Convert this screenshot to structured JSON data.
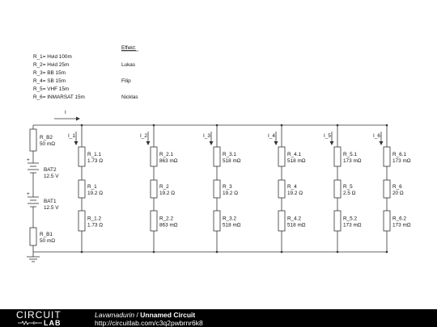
{
  "legend": {
    "effekt_header": "Effekt:",
    "lines": [
      "R_1= Hvid 100m",
      "R_2= Hvid 25m",
      "R_3= BB 15m",
      "R_4= SB 15m",
      "R_5= VHF 15m",
      "R_6= INMARSAT 15m"
    ],
    "names": [
      "Lukas",
      "Filip",
      "Nicklas"
    ]
  },
  "circuit": {
    "total_current": "I",
    "left": {
      "rb2": {
        "name": "R_B2",
        "value": "50 mΩ"
      },
      "bat2": {
        "name": "BAT2",
        "value": "12.5 V"
      },
      "bat1": {
        "name": "BAT1",
        "value": "12.5 V"
      },
      "rb1": {
        "name": "R_B1",
        "value": "50 mΩ"
      }
    },
    "branches": [
      {
        "current": "I_1",
        "top": {
          "name": "R_1.1",
          "value": "1.73 Ω"
        },
        "mid": {
          "name": "R_1",
          "value": "19.2 Ω"
        },
        "bot": {
          "name": "R_1.2",
          "value": "1.73 Ω"
        }
      },
      {
        "current": "I_2",
        "top": {
          "name": "R_2.1",
          "value": "863 mΩ"
        },
        "mid": {
          "name": "R_2",
          "value": "19.2 Ω"
        },
        "bot": {
          "name": "R_2.2",
          "value": "863 mΩ"
        }
      },
      {
        "current": "I_3",
        "top": {
          "name": "R_3.1",
          "value": "518 mΩ"
        },
        "mid": {
          "name": "R_3",
          "value": "19.2 Ω"
        },
        "bot": {
          "name": "R_3.2",
          "value": "518 mΩ"
        }
      },
      {
        "current": "I_4",
        "top": {
          "name": "R_4.1",
          "value": "518 mΩ"
        },
        "mid": {
          "name": "R_4",
          "value": "19.2 Ω"
        },
        "bot": {
          "name": "R_4.2",
          "value": "518 mΩ"
        }
      },
      {
        "current": "I_5",
        "top": {
          "name": "R_5.1",
          "value": "173 mΩ"
        },
        "mid": {
          "name": "R_5",
          "value": "2.5 Ω"
        },
        "bot": {
          "name": "R_5.2",
          "value": "173 mΩ"
        }
      },
      {
        "current": "I_6",
        "top": {
          "name": "R_6.1",
          "value": "173 mΩ"
        },
        "mid": {
          "name": "R_6",
          "value": "20 Ω"
        },
        "bot": {
          "name": "R_6.2",
          "value": "173 mΩ"
        }
      }
    ]
  },
  "footer": {
    "logo_top": "CIRCUIT",
    "logo_bottom": "LAB",
    "author": "Lavamadurin",
    "separator": " / ",
    "title": "Unnamed Circuit",
    "url": "http://circuitlab.com/c3q2pwbrnr6k8"
  }
}
